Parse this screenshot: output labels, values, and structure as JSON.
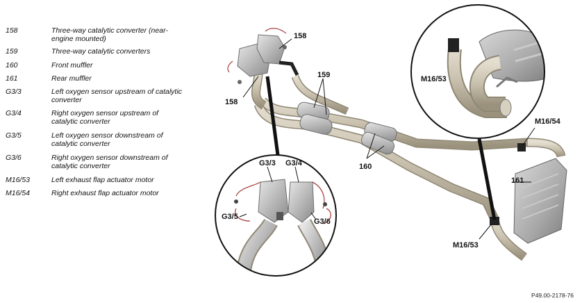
{
  "legend": [
    {
      "code": "158",
      "desc": "Three-way catalytic converter (near-engine mounted)"
    },
    {
      "code": "159",
      "desc": "Three-way catalytic converters"
    },
    {
      "code": "160",
      "desc": "Front muffler"
    },
    {
      "code": "161",
      "desc": "Rear muffler"
    },
    {
      "code": "G3/3",
      "desc": "Left oxygen sensor upstream of catalytic converter"
    },
    {
      "code": "G3/4",
      "desc": "Right oxygen sensor upstream of catalytic converter"
    },
    {
      "code": "G3/5",
      "desc": "Left oxygen sensor downstream of catalytic converter"
    },
    {
      "code": "G3/6",
      "desc": "Right oxygen sensor downstream of catalytic converter"
    },
    {
      "code": "M16/53",
      "desc": "Left exhaust flap actuator motor"
    },
    {
      "code": "M16/54",
      "desc": "Right exhaust flap actuator motor"
    }
  ],
  "callouts": {
    "c158_top": "158",
    "c158_left": "158",
    "c159": "159",
    "c160": "160",
    "c161": "161",
    "g33": "G3/3",
    "g34": "G3/4",
    "g35": "G3/5",
    "g36": "G3/6",
    "m1653_inset": "M16/53",
    "m1654": "M16/54",
    "m1653_main": "M16/53"
  },
  "figure_id": "P49.00-2178-76"
}
